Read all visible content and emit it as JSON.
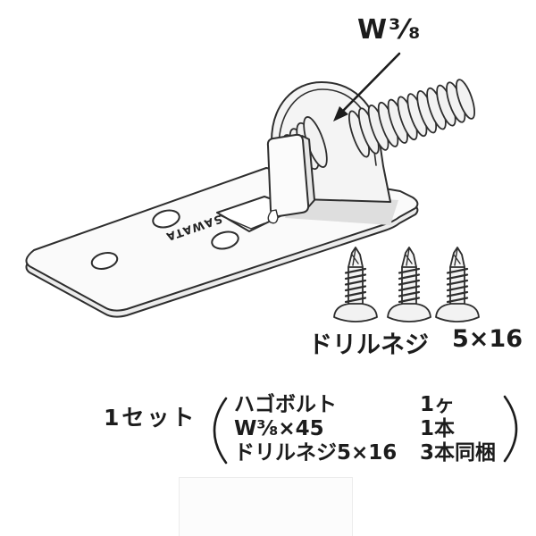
{
  "diagram": {
    "bolt_label": "W³⁄₈",
    "plate_stamp": "SAWATA"
  },
  "screws": {
    "label": "ドリルネジ",
    "size": "5×16",
    "count": 3
  },
  "set": {
    "title": "1セット",
    "items": [
      {
        "name": "ハゴボルト",
        "qty": "1ヶ"
      },
      {
        "name": "W³⁄₈×45",
        "qty": "1本"
      },
      {
        "name": "ドリルネジ5×16",
        "qty": "3本同梱"
      }
    ]
  },
  "colors": {
    "background": "#ffffff",
    "outline": "#2e2e2e",
    "text": "#1c1c1c",
    "metal_light": "#fafafa",
    "metal_mid": "#f2f2f2",
    "metal_edge": "#ececec",
    "bend_shadow": "#dedede",
    "watermark_border": "#ececec"
  }
}
